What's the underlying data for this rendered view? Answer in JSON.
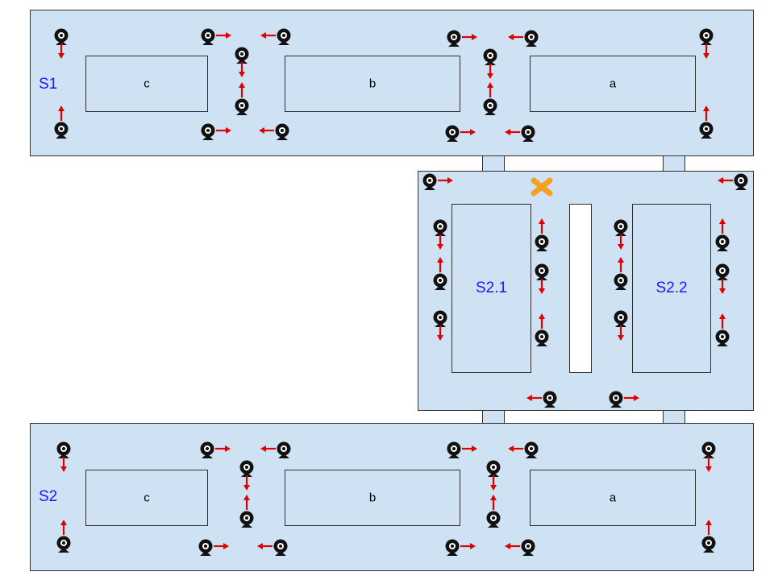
{
  "zones": {
    "s1": {
      "label": "S1",
      "boxes": [
        "c",
        "b",
        "a"
      ]
    },
    "s2": {
      "label": "S2",
      "boxes": [
        "c",
        "b",
        "a"
      ]
    },
    "middle": {
      "boxes": [
        "S2.1",
        "S2.2"
      ]
    }
  },
  "colors": {
    "zone_fill": "#cfe2f3",
    "border": "#2e2e2e",
    "label_blue": "#1a1aff",
    "arrow_red": "#e00000",
    "camera_black": "#111111",
    "marker_orange": "#f4a020"
  },
  "icons": {
    "camera": "security-camera-icon",
    "arrow": "direction-arrow-icon",
    "marker": "x-marker-icon"
  }
}
